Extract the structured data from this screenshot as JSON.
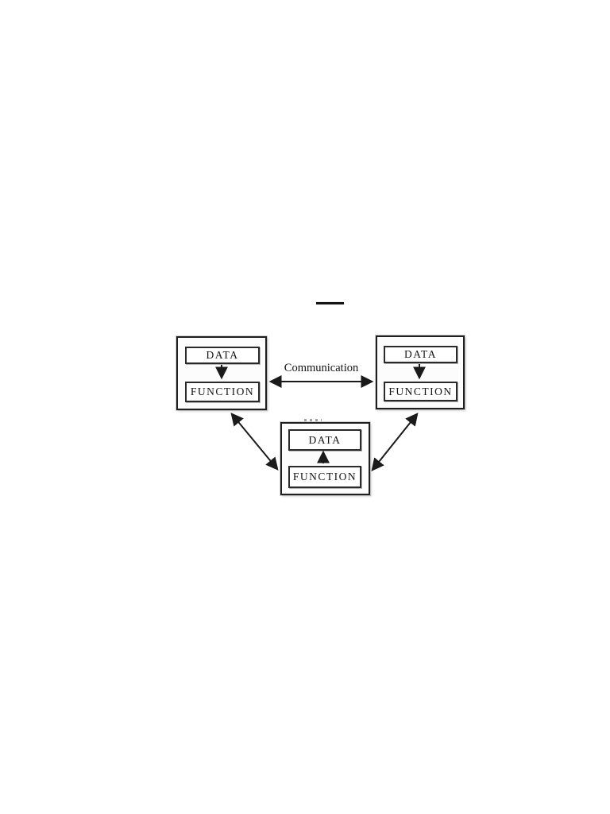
{
  "diagram": {
    "communication_label": "Communication",
    "modules": [
      {
        "id": "left",
        "data_label": "DATA",
        "function_label": "FUNCTION",
        "internal_arrow": "data-to-function"
      },
      {
        "id": "right",
        "data_label": "DATA",
        "function_label": "FUNCTION",
        "internal_arrow": "data-to-function"
      },
      {
        "id": "bottom",
        "data_label": "DATA",
        "function_label": "FUNCTION",
        "internal_arrow": "function-to-data"
      }
    ],
    "connections": [
      {
        "from": "left",
        "to": "right",
        "style": "double-arrow",
        "label": "Communication"
      },
      {
        "from": "left",
        "to": "bottom",
        "style": "double-arrow"
      },
      {
        "from": "right",
        "to": "bottom",
        "style": "double-arrow"
      }
    ],
    "colors": {
      "line": "#1a1a1a",
      "text": "#141414",
      "background": "#ffffff"
    }
  }
}
